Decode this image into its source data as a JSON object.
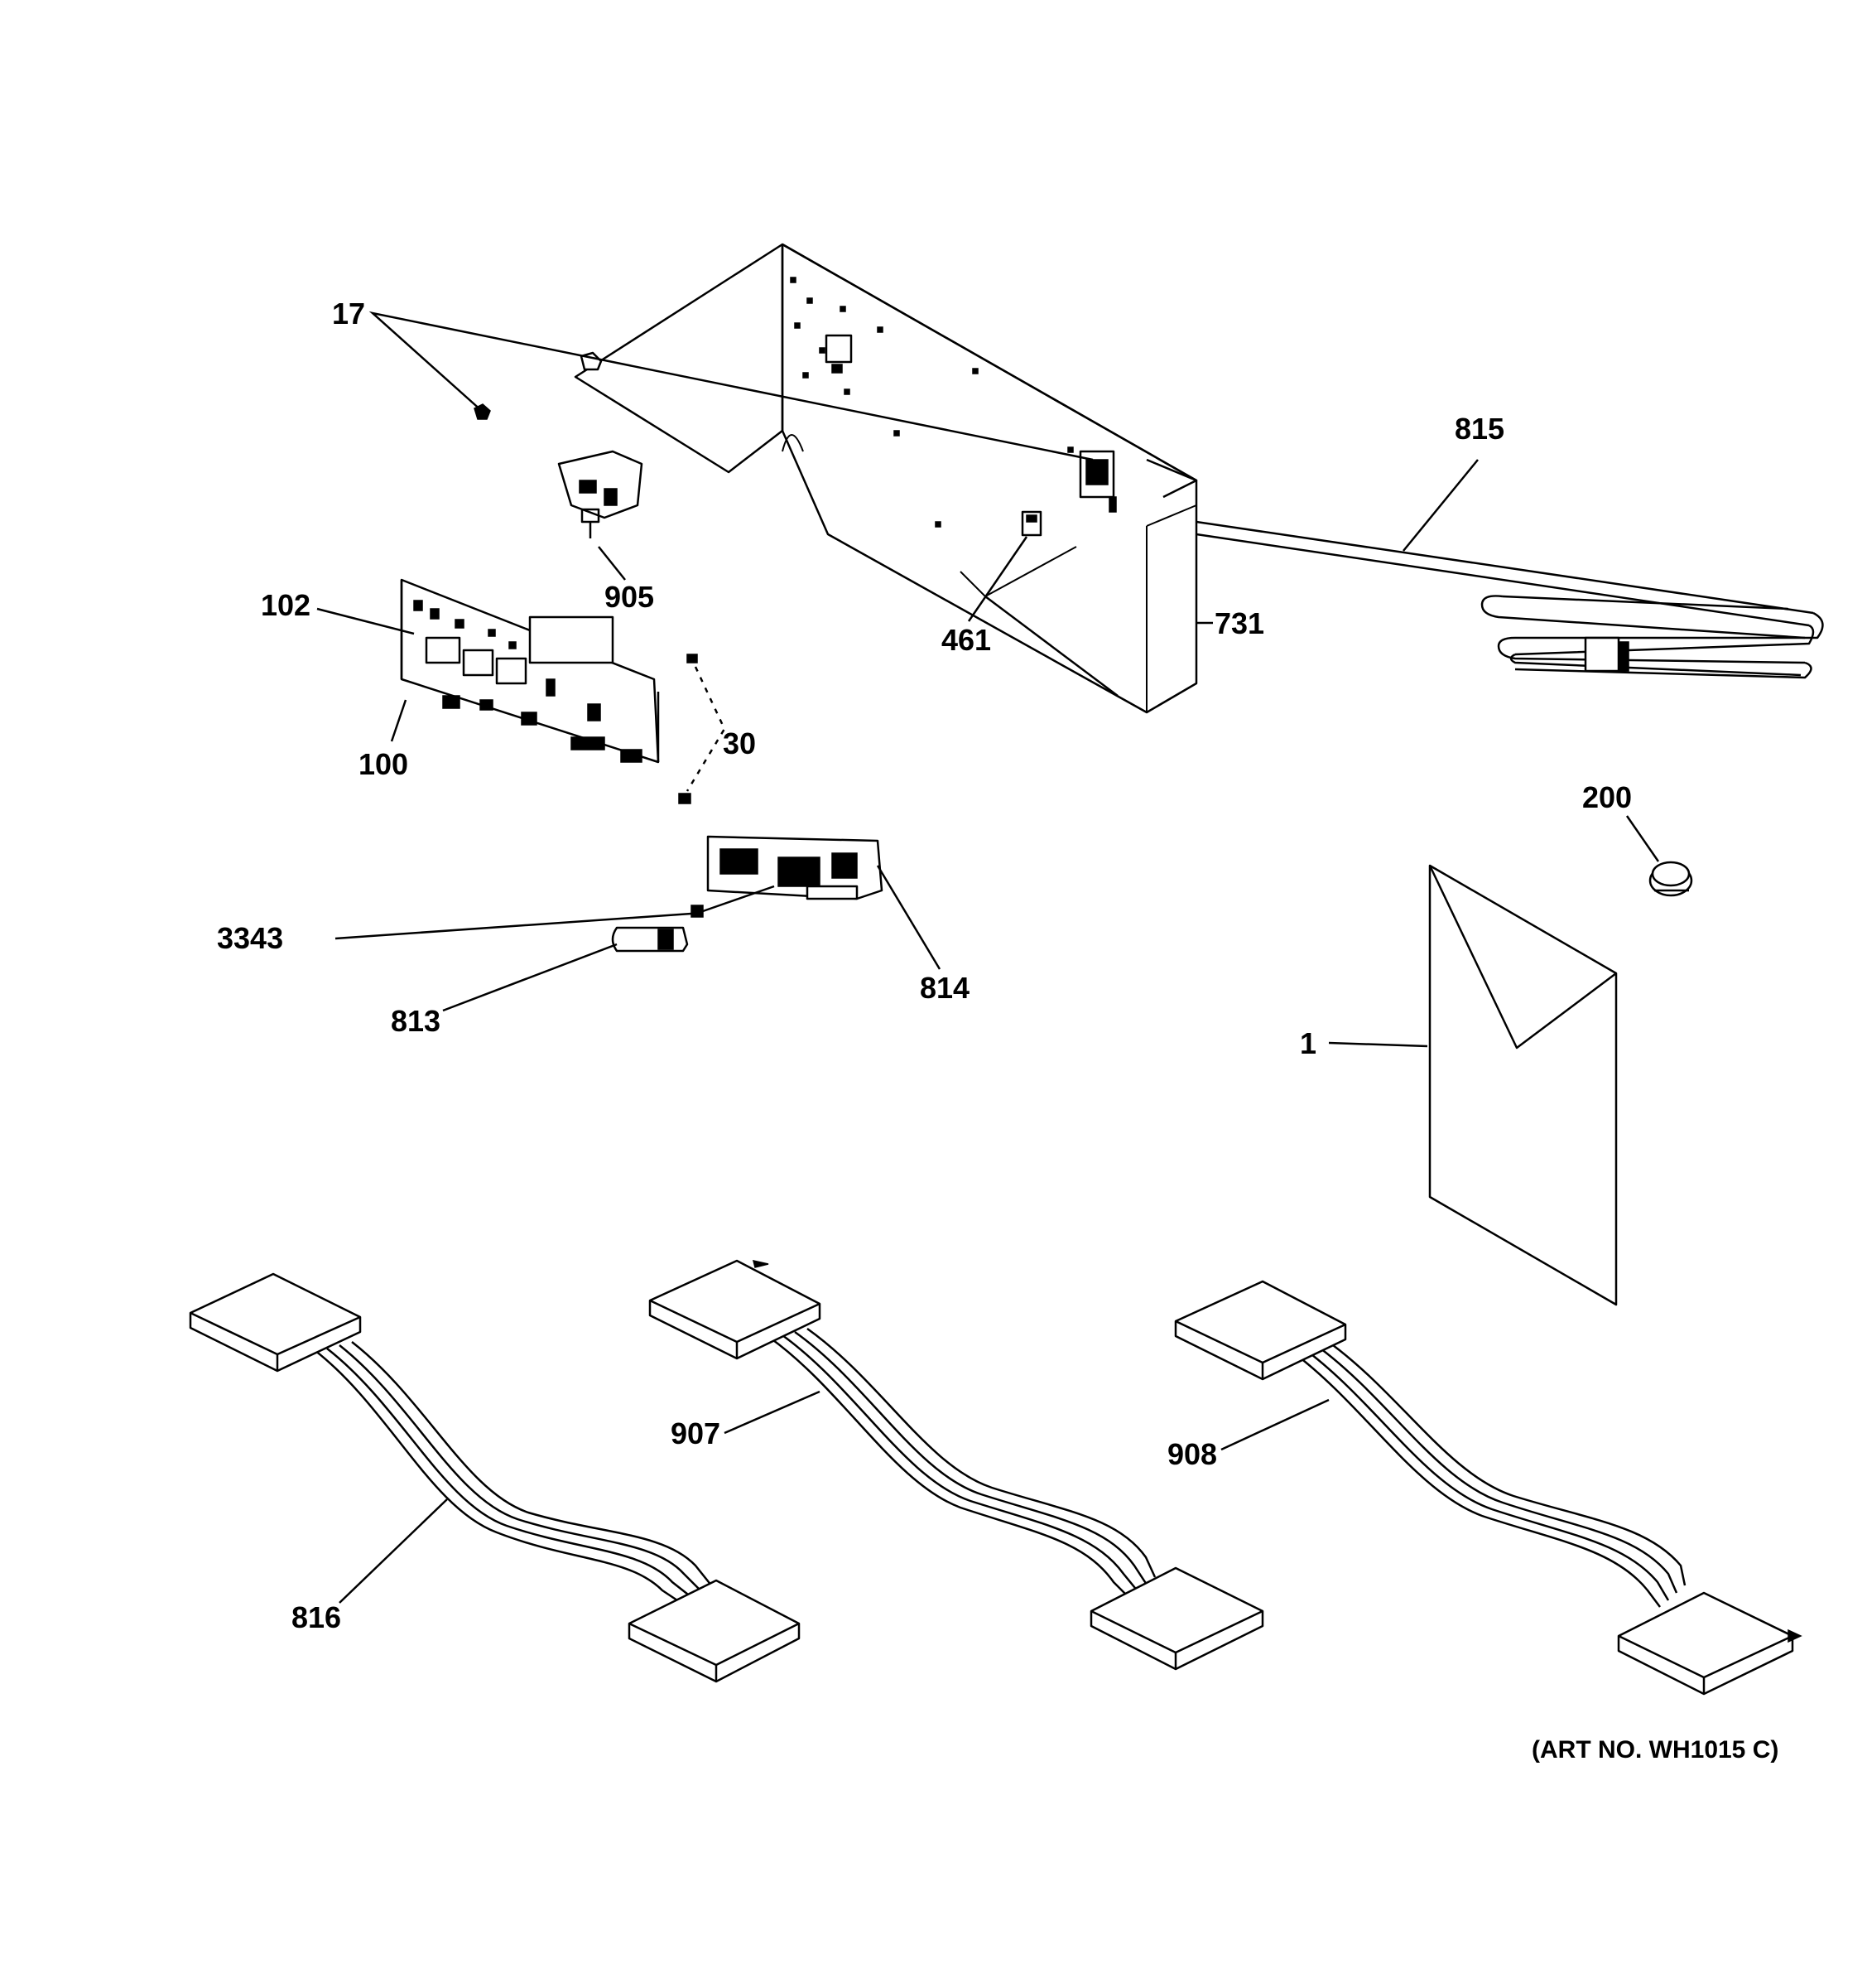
{
  "labels": {
    "p17": "17",
    "p815": "815",
    "p905": "905",
    "p102": "102",
    "p461": "461",
    "p731": "731",
    "p30": "30",
    "p100": "100",
    "p200": "200",
    "p3343": "3343",
    "p814": "814",
    "p813": "813",
    "p1": "1",
    "p907": "907",
    "p908": "908",
    "p816": "816"
  },
  "art_no": "(ART NO. WH1015 C)"
}
